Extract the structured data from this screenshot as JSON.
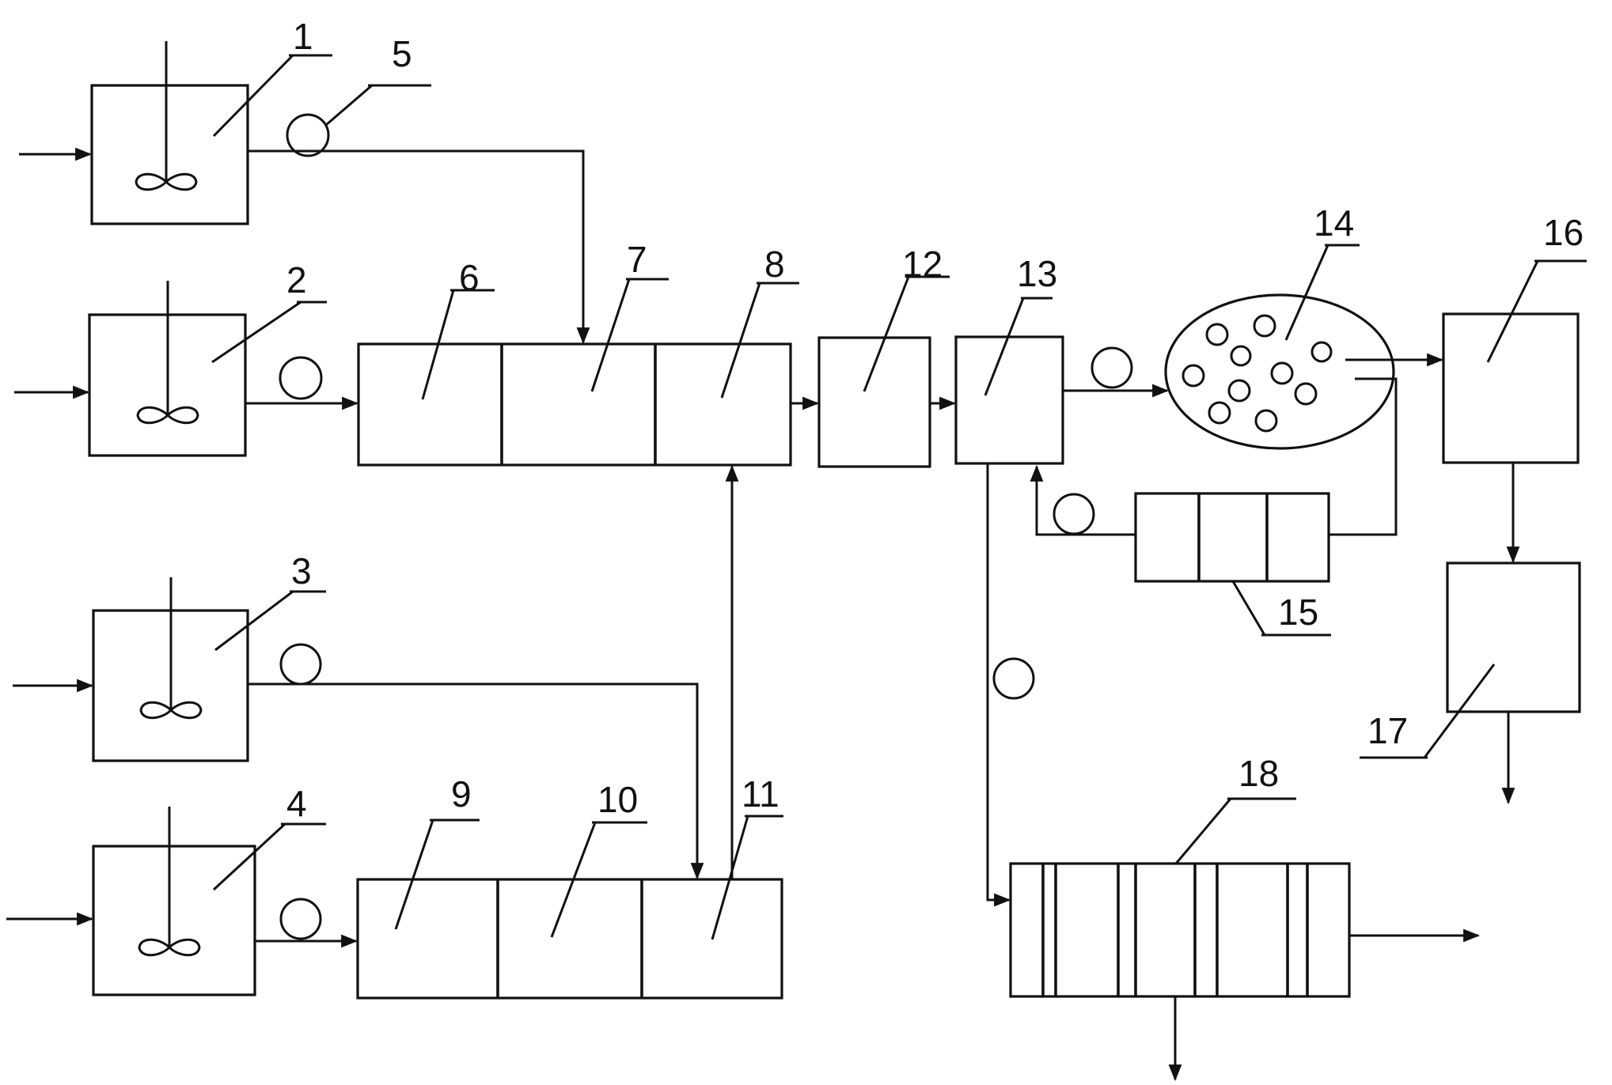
{
  "labels": {
    "n1": "1",
    "n2": "2",
    "n3": "3",
    "n4": "4",
    "n5": "5",
    "n6": "6",
    "n7": "7",
    "n8": "8",
    "n9": "9",
    "n10": "10",
    "n11": "11",
    "n12": "12",
    "n13": "13",
    "n14": "14",
    "n15": "15",
    "n16": "16",
    "n17": "17",
    "n18": "18"
  },
  "colors": {
    "line": "#111111",
    "background": "#ffffff"
  }
}
